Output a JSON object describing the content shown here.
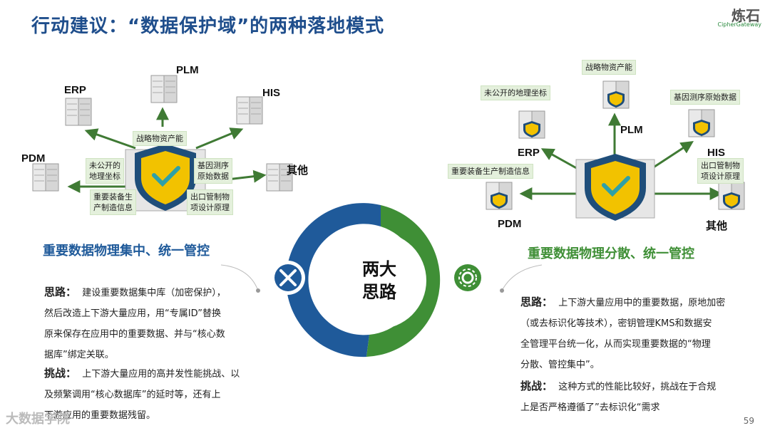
{
  "title": "行动建议：“数据保护域”的两种落地模式",
  "logo": {
    "cn": "炼石",
    "en": "CipherGateway"
  },
  "left": {
    "servers": {
      "erp": "ERP",
      "plm": "PLM",
      "his": "HIS",
      "pdm": "PDM",
      "other": "其他"
    },
    "tags": {
      "strategic": "战略物资产能",
      "geo_l1": "未公开的",
      "geo_l2": "地理坐标",
      "gene_l1": "基因测序",
      "gene_l2": "原始数据",
      "equip_l1": "重要装备生",
      "equip_l2": "产制造信息",
      "export_l1": "出口管制物",
      "export_l2": "项设计原理"
    },
    "heading": "重要数据物理集中、统一管控",
    "idea_label": "思路：",
    "idea_lines": [
      "建设重要数据集中库（加密保护），",
      "然后改造上下游大量应用，用“专属ID”替换",
      "原来保存在应用中的重要数据、并与“核心数",
      "据库”绑定关联。"
    ],
    "challenge_label": "挑战：",
    "challenge_lines": [
      "上下游大量应用的高并发性能挑战、以",
      "及频繁调用“核心数据库”的延时等，还有上",
      "下游应用的重要数据残留。"
    ]
  },
  "center": {
    "line1": "两大",
    "line2": "思路"
  },
  "right": {
    "servers": {
      "erp": "ERP",
      "plm": "PLM",
      "his": "HIS",
      "pdm": "PDM",
      "other": "其他"
    },
    "tags": {
      "strategic": "战略物资产能",
      "geo": "未公开的地理坐标",
      "gene": "基因测序原始数据",
      "equip": "重要装备生产制造信息",
      "export_l1": "出口管制物",
      "export_l2": "项设计原理"
    },
    "heading": "重要数据物理分散、统一管控",
    "idea_label": "思路：",
    "idea_lines": [
      "上下游大量应用中的重要数据，原地加密",
      "（或去标识化等技术），密钥管理KMS和数据安",
      "全管理平台统一化，从而实现重要数据的“物理",
      "分散、管控集中”。"
    ],
    "challenge_label": "挑战：",
    "challenge_lines": [
      "这种方式的性能比较好，挑战在于合规",
      "上是否严格遵循了”去标识化“需求"
    ]
  },
  "watermark": "大数据学院",
  "page_number": "59",
  "colors": {
    "blue": "#1f5a9a",
    "green": "#3f8f36",
    "title": "#1f4e8c",
    "shield_gold": "#f2c200"
  }
}
